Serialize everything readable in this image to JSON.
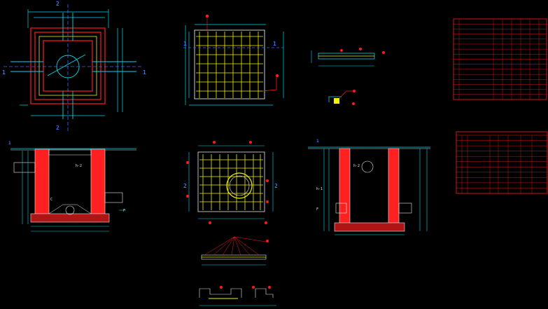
{
  "app": {
    "background": "#000000"
  },
  "colors": {
    "cyan": "#00d8e8",
    "red": "#ff1a1a",
    "yellow": "#f2f200",
    "blue": "#3a6cff",
    "white": "#e8e8e8",
    "green": "#00c800",
    "orange": "#ff8a00"
  },
  "section_marks": {
    "plan_left": {
      "top": "2",
      "bottom": "2",
      "left": "1",
      "right": "1"
    },
    "plan_mid": {
      "left": "1",
      "right": "1"
    },
    "plan_mid2": {
      "left": "2",
      "right": "2"
    }
  },
  "elevations": {
    "left": {
      "ground": "1",
      "inlet": "h-2",
      "outlet": "C",
      "base": "F"
    },
    "right": {
      "ground": "1",
      "inlet": "h-2",
      "pipe": "h-1",
      "base": "F"
    }
  },
  "tables": {
    "schedule_rows": 15,
    "rebar_rows": 10
  }
}
